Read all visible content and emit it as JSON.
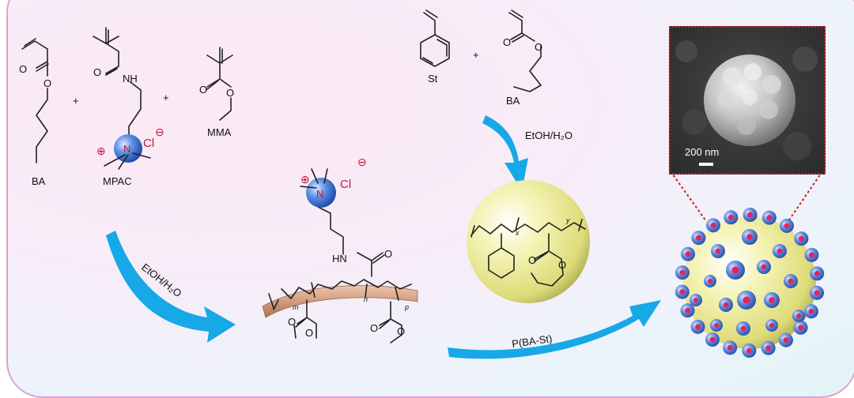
{
  "labels": {
    "ba1": "BA",
    "mpac": "MPAC",
    "mma": "MMA",
    "st": "St",
    "ba2": "BA",
    "plus": "+",
    "solvent1": "EtOH/H₂O",
    "solvent2": "EtOH/H₂O",
    "pbast": "P(BA-St)",
    "scale": "200 nm"
  },
  "atoms": {
    "O": "O",
    "N": "N",
    "NH": "NH",
    "HN": "HN",
    "Cl": "Cl"
  },
  "charges": {
    "plus": "⊕",
    "minus": "⊖"
  },
  "subscripts": {
    "m": "m",
    "n": "n",
    "p": "p",
    "x": "x",
    "y": "y"
  },
  "colors": {
    "arrow": "#17a8e8",
    "frame": "#d11a1a",
    "ion": "#3a6fd1",
    "sphere": "#f0efa0",
    "rod": "#d9a98c"
  }
}
